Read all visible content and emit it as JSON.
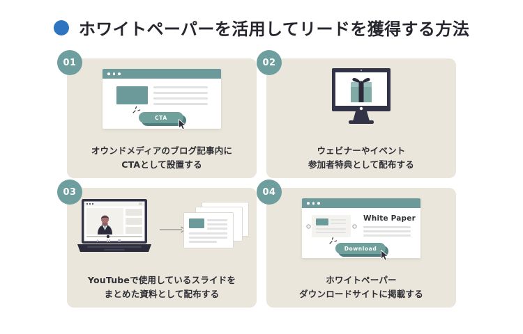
{
  "header": {
    "title": "ホワイトペーパーを活用してリードを獲得する方法",
    "bullet_color": "#2E74C0"
  },
  "theme": {
    "page_background": "#FFFFFF",
    "card_background": "#EAE6DB",
    "badge_color": "#6E9E9E",
    "teal": "#6C9A9A",
    "button_teal": "#6FA09C",
    "button_shadow": "#4F7E7E",
    "dark_navy": "#333347",
    "text_color": "#2E2E35",
    "line_gray": "#E2E2E2"
  },
  "cards": [
    {
      "number": "01",
      "illustration": "browser-cta-mockup",
      "button_label": "CTA",
      "caption_lines": [
        "オウンドメディアのブログ記事内に",
        "CTAとして設置する"
      ]
    },
    {
      "number": "02",
      "illustration": "monitor-gift-box",
      "caption_lines": [
        "ウェビナーやイベント",
        "参加者特典として配布する"
      ]
    },
    {
      "number": "03",
      "illustration": "laptop-video-to-slides",
      "caption_lines": [
        "YouTubeで使用しているスライドを",
        "まとめた資料として配布する"
      ]
    },
    {
      "number": "04",
      "illustration": "browser-whitepaper-download",
      "heading": "White Paper",
      "button_label": "Download",
      "caption_lines": [
        "ホワイトペーパー",
        "ダウンロードサイトに掲載する"
      ]
    }
  ]
}
